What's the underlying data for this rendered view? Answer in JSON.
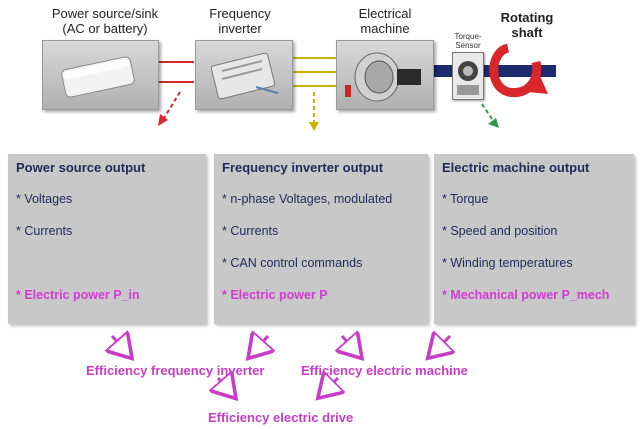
{
  "components": {
    "power_source": {
      "label_line1": "Power source/sink",
      "label_line2": "(AC or battery)"
    },
    "inverter": {
      "label_line1": "Frequency",
      "label_line2": "inverter"
    },
    "machine": {
      "label_line1": "Electrical",
      "label_line2": "machine"
    },
    "torque_sensor": {
      "label_line1": "Torque-",
      "label_line2": "Sensor"
    },
    "shaft": {
      "label_line1": "Rotating",
      "label_line2": "shaft"
    }
  },
  "panels": {
    "source": {
      "title": "Power source output",
      "items": [
        "* Voltages",
        "* Currents"
      ],
      "power": "* Electric power  P_in"
    },
    "inverter": {
      "title": "Frequency inverter output",
      "items": [
        "* n-phase Voltages, modulated",
        "* Currents",
        "* CAN control commands"
      ],
      "power": "* Electric power  P"
    },
    "machine": {
      "title": "Electric machine output",
      "items": [
        "* Torque",
        "* Speed and position",
        "* Winding temperatures"
      ],
      "power": "* Mechanical power  P_mech"
    }
  },
  "efficiency": {
    "inverter": "Efficiency frequency inverter",
    "machine": "Efficiency electric machine",
    "drive": "Efficiency electric drive"
  },
  "colors": {
    "panel_bg": "#c8c8c8",
    "text_navy": "#1f2a5a",
    "magenta": "#d43ad4",
    "red_line": "#d9262b",
    "yellow_line": "#c8b400",
    "shaft_blue": "#1c2a6e"
  }
}
